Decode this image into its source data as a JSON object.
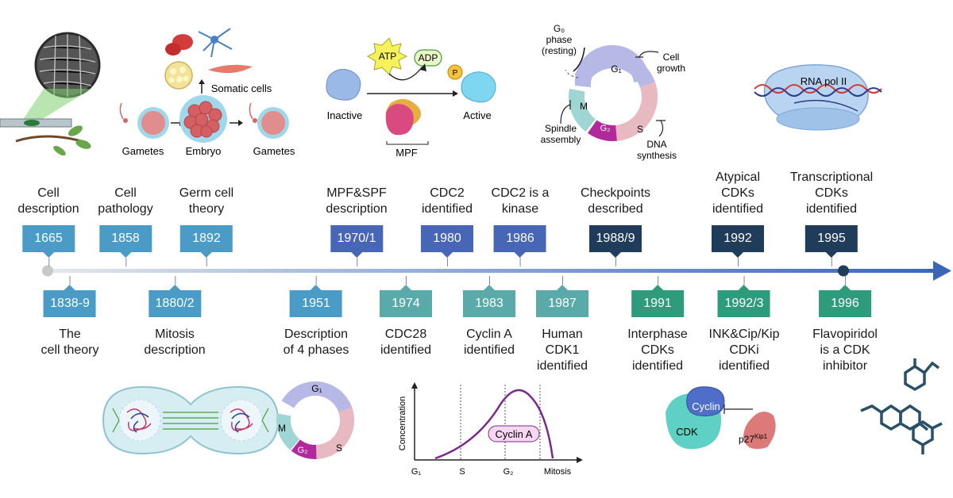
{
  "colors": {
    "axis_start": "#cfd6de",
    "axis_end": "#3b66b8",
    "event_light_blue": "#4a9cc6",
    "event_indigo": "#4766b5",
    "event_navy": "#1f3c5a",
    "event_teal_light": "#5aaaaa",
    "event_green": "#2e9b7c"
  },
  "events_above": [
    {
      "year": "1665",
      "label": "Cell\ndescription",
      "color": "#4a9cc6"
    },
    {
      "year": "1858",
      "label": "Cell\npathology",
      "color": "#4a9cc6"
    },
    {
      "year": "1892",
      "label": "Germ cell\ntheory",
      "color": "#4a9cc6"
    },
    {
      "year": "1970/1",
      "label": "MPF&SPF\ndescription",
      "color": "#4766b5"
    },
    {
      "year": "1980",
      "label": "CDC2\nidentified",
      "color": "#4766b5"
    },
    {
      "year": "1986",
      "label": "CDC2 is a\nkinase",
      "color": "#4766b5"
    },
    {
      "year": "1988/9",
      "label": "Checkpoints\ndescribed",
      "color": "#1f3c5a"
    },
    {
      "year": "1992",
      "label": "Atypical\nCDKs\nidentified",
      "color": "#1f3c5a"
    },
    {
      "year": "1995",
      "label": "Transcriptional\nCDKs\nidentified",
      "color": "#1f3c5a"
    }
  ],
  "events_below": [
    {
      "year": "1838-9",
      "label": "The\ncell theory",
      "color": "#4a9cc6"
    },
    {
      "year": "1880/2",
      "label": "Mitosis\ndescription",
      "color": "#4a9cc6"
    },
    {
      "year": "1951",
      "label": "Description\nof 4 phases",
      "color": "#4a9cc6"
    },
    {
      "year": "1974",
      "label": "CDC28\nidentified",
      "color": "#5aaaaa"
    },
    {
      "year": "1983",
      "label": "Cyclin A\nidentified",
      "color": "#5aaaaa"
    },
    {
      "year": "1987",
      "label": "Human\nCDK1\nidentified",
      "color": "#5aaaaa"
    },
    {
      "year": "1991",
      "label": "Interphase\nCDKs\nidentified",
      "color": "#2e9b7c"
    },
    {
      "year": "1992/3",
      "label": "INK&Cip/Kip\nCDKi\nidentified",
      "color": "#2e9b7c"
    },
    {
      "year": "1996",
      "label": "Flavopiridol\nis a CDK\ninhibitor",
      "color": "#2e9b7c"
    }
  ],
  "illustrations": {
    "embryo": {
      "somatic": "Somatic cells",
      "gametes_left": "Gametes",
      "embryo": "Embryo",
      "gametes_right": "Gametes"
    },
    "mpf": {
      "atp": "ATP",
      "adp": "ADP",
      "phospho": "P",
      "inactive": "Inactive",
      "active": "Active",
      "mpf": "MPF"
    },
    "cycle_top": {
      "g0": "G₀\nphase\n(resting)",
      "g1": "G₁",
      "s": "S",
      "g2": "G₂",
      "m": "M",
      "cell_growth": "Cell\ngrowth",
      "dna_synthesis": "DNA\nsynthesis",
      "spindle": "Spindle\nassembly"
    },
    "rna_pol": "RNA pol II",
    "cycle_bottom": {
      "g1": "G₁",
      "s": "S",
      "g2": "G₂",
      "m": "M"
    },
    "graph": {
      "ylabel": "Concentration",
      "curve_label": "Cyclin A",
      "ticks": [
        "G₁",
        "S",
        "G₂",
        "Mitosis"
      ]
    },
    "cdk": {
      "cdk": "CDK",
      "cyclin": "Cyclin",
      "p27": "p27",
      "p27_sup": "Kip1"
    }
  }
}
